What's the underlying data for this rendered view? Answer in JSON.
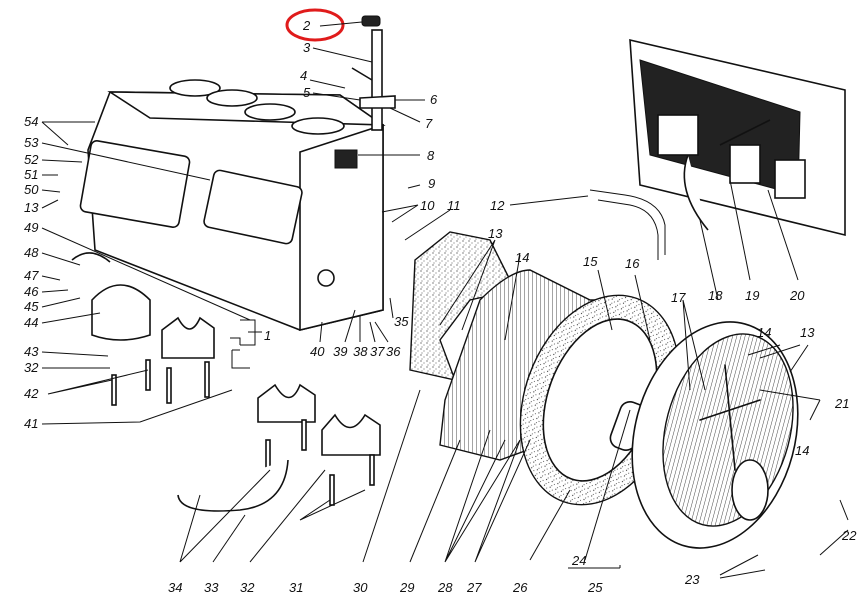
{
  "diagram": {
    "type": "exploded-parts-view",
    "subject": "engine cylinder block and flywheel housing",
    "highlight": {
      "label": "2",
      "color": "#e01b1b",
      "shape": "circle"
    },
    "callouts": [
      {
        "id": "1"
      },
      {
        "id": "2"
      },
      {
        "id": "3"
      },
      {
        "id": "4"
      },
      {
        "id": "5"
      },
      {
        "id": "6"
      },
      {
        "id": "7"
      },
      {
        "id": "8"
      },
      {
        "id": "9"
      },
      {
        "id": "10"
      },
      {
        "id": "11"
      },
      {
        "id": "12"
      },
      {
        "id": "13a",
        "text": "13"
      },
      {
        "id": "13b",
        "text": "13"
      },
      {
        "id": "13c",
        "text": "13"
      },
      {
        "id": "14a",
        "text": "14"
      },
      {
        "id": "14b",
        "text": "14"
      },
      {
        "id": "14c",
        "text": "14"
      },
      {
        "id": "15"
      },
      {
        "id": "16"
      },
      {
        "id": "17"
      },
      {
        "id": "18"
      },
      {
        "id": "19"
      },
      {
        "id": "20"
      },
      {
        "id": "21"
      },
      {
        "id": "22"
      },
      {
        "id": "23"
      },
      {
        "id": "24"
      },
      {
        "id": "25"
      },
      {
        "id": "26"
      },
      {
        "id": "27"
      },
      {
        "id": "28"
      },
      {
        "id": "29"
      },
      {
        "id": "30"
      },
      {
        "id": "31"
      },
      {
        "id": "32a",
        "text": "32"
      },
      {
        "id": "32b",
        "text": "32"
      },
      {
        "id": "33"
      },
      {
        "id": "34"
      },
      {
        "id": "35"
      },
      {
        "id": "36"
      },
      {
        "id": "37"
      },
      {
        "id": "38"
      },
      {
        "id": "39"
      },
      {
        "id": "40"
      },
      {
        "id": "41"
      },
      {
        "id": "42"
      },
      {
        "id": "43"
      },
      {
        "id": "44"
      },
      {
        "id": "45"
      },
      {
        "id": "46"
      },
      {
        "id": "47"
      },
      {
        "id": "48"
      },
      {
        "id": "49"
      },
      {
        "id": "50"
      },
      {
        "id": "51"
      },
      {
        "id": "52"
      },
      {
        "id": "53"
      },
      {
        "id": "54"
      }
    ]
  },
  "labels": {
    "l1": "1",
    "l2": "2",
    "l3": "3",
    "l4": "4",
    "l5": "5",
    "l6": "6",
    "l7": "7",
    "l8": "8",
    "l9": "9",
    "l10": "10",
    "l11": "11",
    "l12": "12",
    "l13a": "13",
    "l13b": "13",
    "l13c": "13",
    "l14a": "14",
    "l14b": "14",
    "l14c": "14",
    "l15": "15",
    "l16": "16",
    "l17": "17",
    "l18": "18",
    "l19": "19",
    "l20": "20",
    "l21": "21",
    "l22": "22",
    "l23": "23",
    "l24": "24",
    "l25": "25",
    "l26": "26",
    "l27": "27",
    "l28": "28",
    "l29": "29",
    "l30": "30",
    "l31": "31",
    "l32a": "32",
    "l32b": "32",
    "l33": "33",
    "l34": "34",
    "l35": "35",
    "l36": "36",
    "l37": "37",
    "l38": "38",
    "l39": "39",
    "l40": "40",
    "l41": "41",
    "l42": "42",
    "l43": "43",
    "l44": "44",
    "l45": "45",
    "l46": "46",
    "l47": "47",
    "l48": "48",
    "l49": "49",
    "l50": "50",
    "l51": "51",
    "l52": "52",
    "l53": "53",
    "l54": "54"
  }
}
